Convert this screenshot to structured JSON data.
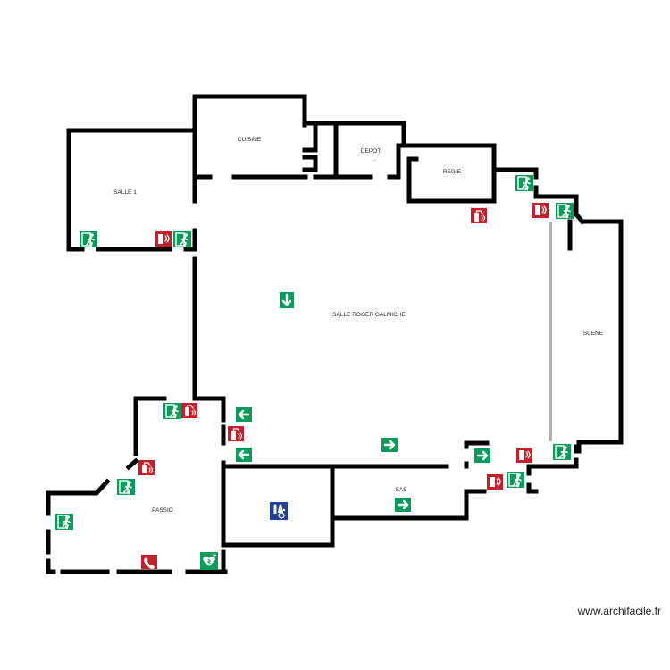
{
  "rooms": {
    "salle1": "SALLE 1",
    "cuisine": "CUISINE",
    "depot": "DEPOT",
    "depot_sub": "---",
    "regie": "REGIE",
    "salle_principale": "SALLE ROGER GALMICHE",
    "scene": "SCENE",
    "sas": "SAS",
    "passio": "PASSIO"
  },
  "watermark": "www.archifacile.fr",
  "colors": {
    "exit_sign": "#0a9a5c",
    "fire_equipment": "#c3202c",
    "accessibility": "#1f3f99",
    "curtain": "#b0b0b0"
  },
  "icons": {
    "emergency_exit": "running-man-exit-icon",
    "fire_extinguisher": "fire-extinguisher-icon",
    "fire_alarm": "fire-alarm-icon",
    "fire_phone": "fire-phone-icon",
    "arrow": "evacuation-arrow-icon",
    "defibrillator": "aed-heart-icon",
    "toilets": "accessible-toilet-icon"
  }
}
